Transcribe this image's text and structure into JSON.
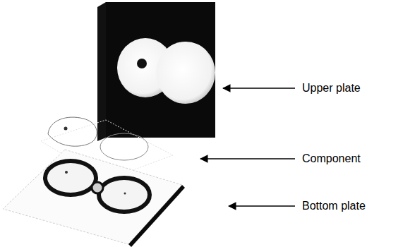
{
  "diagram": {
    "labels": [
      "Upper plate",
      "Component",
      "Bottom plate"
    ]
  }
}
